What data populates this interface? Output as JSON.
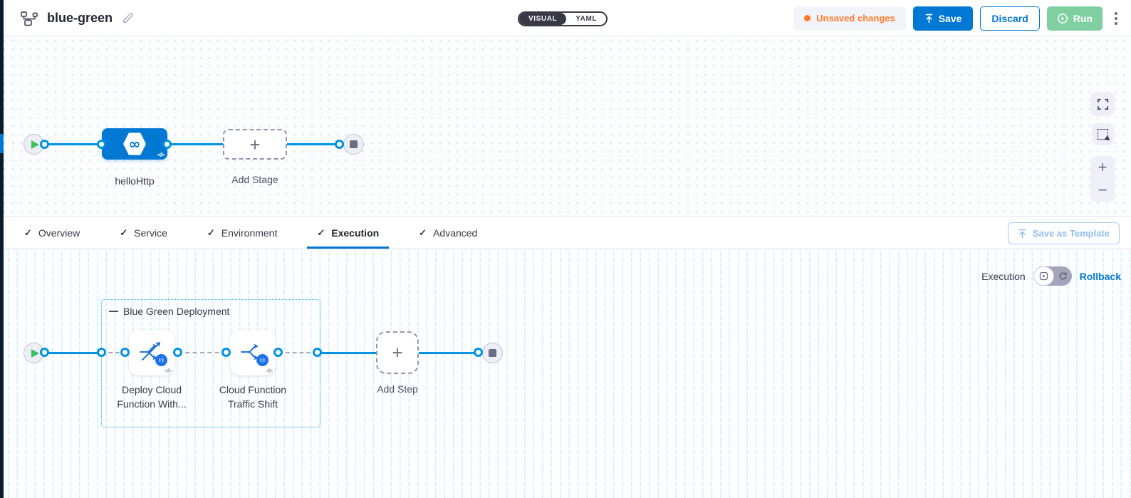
{
  "header": {
    "title": "blue-green",
    "view_modes": {
      "visual": "VISUAL",
      "yaml": "YAML"
    },
    "unsaved_label": "Unsaved changes",
    "save_label": "Save",
    "discard_label": "Discard",
    "run_label": "Run"
  },
  "pipeline_canvas": {
    "stage_name": "helloHttp",
    "add_stage_label": "Add Stage"
  },
  "tabs": [
    {
      "label": "Overview"
    },
    {
      "label": "Service"
    },
    {
      "label": "Environment"
    },
    {
      "label": "Execution"
    },
    {
      "label": "Advanced"
    }
  ],
  "save_as_template_label": "Save as Template",
  "execution_tab": {
    "mode_label": "Execution",
    "rollback_link": "Rollback",
    "group_name": "Blue Green Deployment",
    "step1_name": "Deploy Cloud Function With...",
    "step2_name": "Cloud Function Traffic Shift",
    "add_step_label": "Add Step"
  },
  "glyphs": {
    "plus": "+",
    "minus": "−",
    "check": "✓",
    "infinity": "∞",
    "code": "</>",
    "fn_badge": "(-)"
  },
  "colors": {
    "primary_blue": "#0278D5",
    "line_blue": "#0092E4",
    "unsaved_orange": "#FF7B29",
    "run_green": "#7FCFA0",
    "toggle_dark": "#383946"
  }
}
